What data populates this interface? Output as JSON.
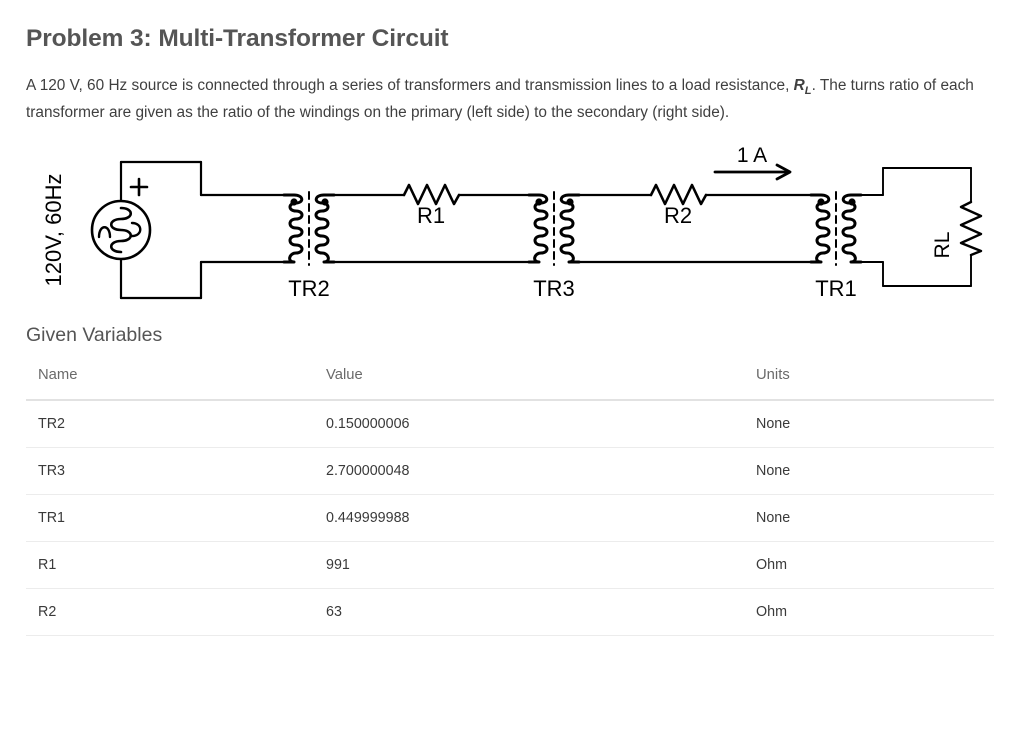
{
  "problem": {
    "title": "Problem 3: Multi-Transformer Circuit",
    "description_part1": "A 120 V, 60 Hz source is connected through a series of transformers and transmission lines to a load resistance, ",
    "description_var": "R",
    "description_var_sub": "L",
    "description_part2": ". The turns ratio of each transformer are given as the ratio of the windings on the primary (left side) to the secondary (right side)."
  },
  "circuit": {
    "source_label": "120V, 60Hz",
    "source_polarity": "+",
    "source_symbol": "sine-wave",
    "transformers": [
      {
        "label": "TR2"
      },
      {
        "label": "TR3"
      },
      {
        "label": "TR1"
      }
    ],
    "resistors": [
      {
        "label": "R1"
      },
      {
        "label": "R2"
      },
      {
        "label": "RL"
      }
    ],
    "current_annotation": "1 A"
  },
  "variables_section": {
    "title": "Given Variables",
    "columns": [
      "Name",
      "Value",
      "Units"
    ],
    "rows": [
      {
        "name": "TR2",
        "value": "0.150000006",
        "units": "None"
      },
      {
        "name": "TR3",
        "value": "2.700000048",
        "units": "None"
      },
      {
        "name": "TR1",
        "value": "0.449999988",
        "units": "None"
      },
      {
        "name": "R1",
        "value": "991",
        "units": "Ohm"
      },
      {
        "name": "R2",
        "value": "63",
        "units": "Ohm"
      }
    ]
  },
  "colors": {
    "heading": "#555555",
    "body_text": "#3f3f3f",
    "table_header": "#6a6a6a",
    "rule": "#e2e2e2",
    "circuit_ink": "#000000",
    "background": "#ffffff"
  }
}
